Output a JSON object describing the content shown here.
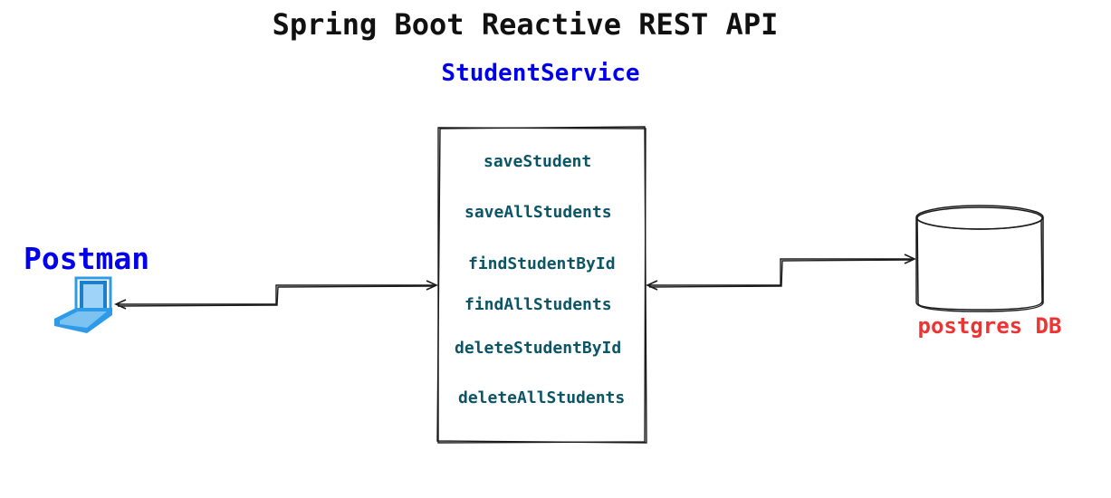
{
  "diagram": {
    "title": "Spring Boot Reactive REST API",
    "service": {
      "name": "StudentService",
      "methods": [
        "saveStudent",
        "saveAllStudents",
        "findStudentById",
        "findAllStudents",
        "deleteStudentById",
        "deleteAllStudents"
      ]
    },
    "client": {
      "label": "Postman",
      "icon": "laptop-icon"
    },
    "database": {
      "label": "postgres DB",
      "icon": "database-cylinder-icon"
    },
    "colors": {
      "title": "#111111",
      "client_label": "#0000ee",
      "service_label": "#0000ee",
      "method_text": "#0b5566",
      "db_label": "#ee3333",
      "stroke": "#1a1a1a",
      "laptop_icon": "#2d9be8"
    }
  }
}
